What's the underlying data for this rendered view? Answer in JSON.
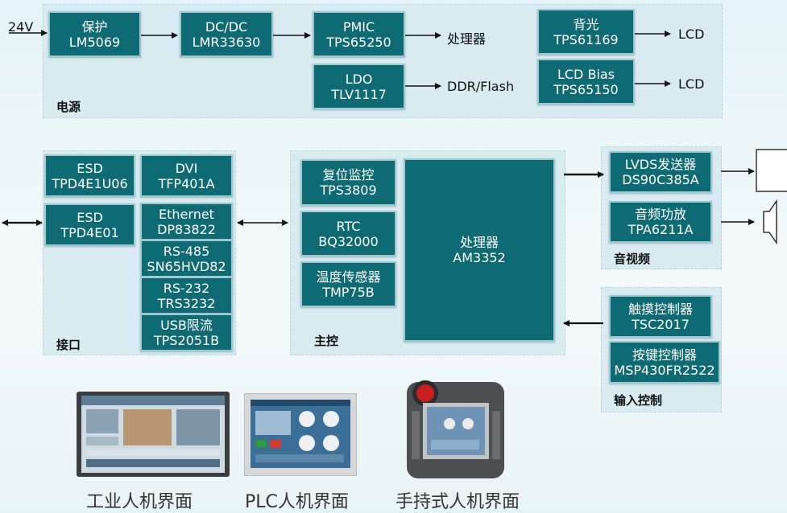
{
  "power": {
    "label": "电源",
    "input": "24V",
    "blocks": {
      "protect": [
        "保护",
        "LM5069"
      ],
      "dcdc": [
        "DC/DC",
        "LMR33630"
      ],
      "pmic": [
        "PMIC",
        "TPS65250"
      ],
      "ldo": [
        "LDO",
        "TLV1117"
      ],
      "backlight": [
        "背光",
        "TPS61169"
      ],
      "lcdbias": [
        "LCD Bias",
        "TPS65150"
      ]
    },
    "outputs": {
      "pmic": "处理器",
      "ldo": "DDR/Flash",
      "backlight": "LCD",
      "lcdbias": "LCD"
    }
  },
  "interface": {
    "label": "接口",
    "blocks": {
      "esd1": [
        "ESD",
        "TPD4E1U06"
      ],
      "esd2": [
        "ESD",
        "TPD4E01"
      ],
      "dvi": [
        "DVI",
        "TFP401A"
      ],
      "ethernet": [
        "Ethernet",
        "DP83822"
      ],
      "rs485": [
        "RS-485",
        "SN65HVD82"
      ],
      "rs232": [
        "RS-232",
        "TRS3232"
      ],
      "usb": [
        "USB限流",
        "TPS2051B"
      ]
    }
  },
  "main": {
    "label": "主控",
    "blocks": {
      "reset": [
        "复位监控",
        "TPS3809"
      ],
      "rtc": [
        "RTC",
        "BQ32000"
      ],
      "temp": [
        "温度传感器",
        "TMP75B"
      ],
      "cpu": [
        "处理器",
        "AM3352"
      ]
    }
  },
  "av": {
    "label": "音视频",
    "blocks": {
      "lvds": [
        "LVDS发送器",
        "DS90C385A"
      ],
      "audio": [
        "音频功放",
        "TPA6211A"
      ]
    }
  },
  "input": {
    "label": "输入控制",
    "blocks": {
      "touch": [
        "触摸控制器",
        "TSC2017"
      ],
      "keys": [
        "按键控制器",
        "MSP430FR2522"
      ]
    }
  },
  "devices": [
    {
      "caption": "工业人机界面"
    },
    {
      "caption": "PLC人机界面"
    },
    {
      "caption": "手持式人机界面"
    }
  ],
  "colors": {
    "block": "#0f6b73",
    "group": "#d7ebf1",
    "handheld_button": "#c8201e"
  }
}
